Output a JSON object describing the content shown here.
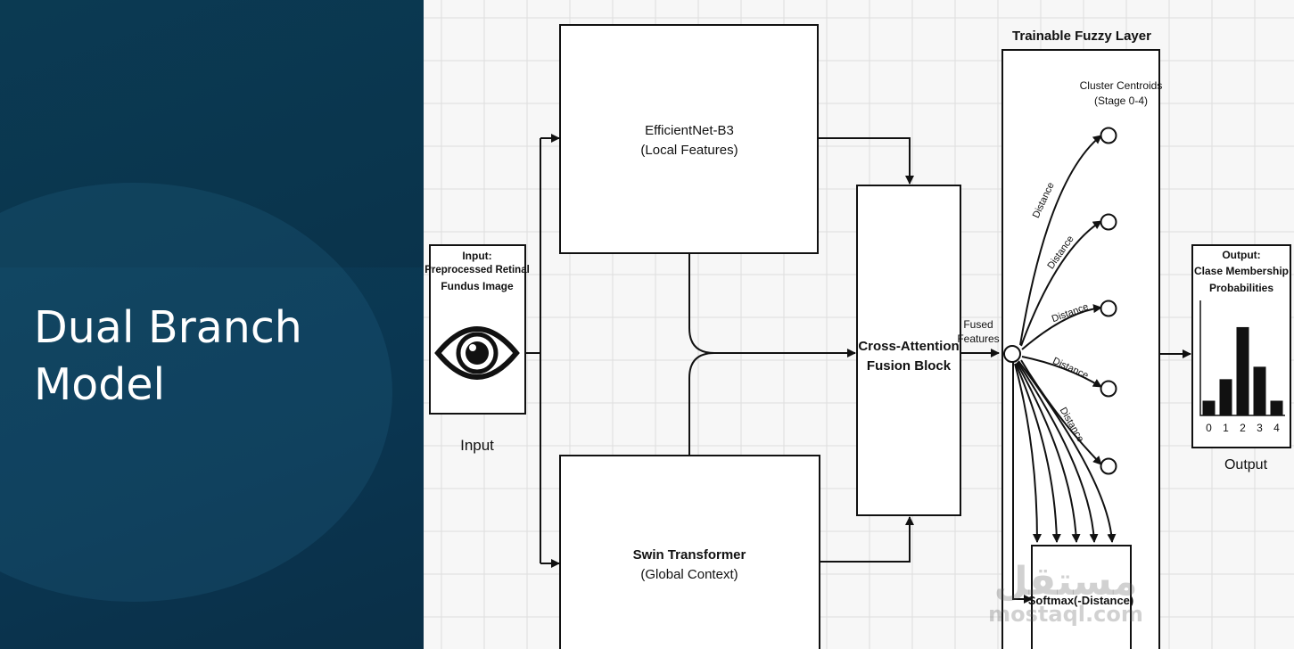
{
  "slide": {
    "title_line1": "Dual Branch",
    "title_line2": "Model"
  },
  "input": {
    "title_l1": "Input:",
    "title_l2": "Preprocessed Retinal",
    "title_l3": "Fundus Image",
    "caption": "Input",
    "icon": "eye-icon"
  },
  "effnet": {
    "line1": "EfficientNet-B3",
    "line2": "(Local Features)"
  },
  "swin": {
    "line1": "Swin Transformer",
    "line2": "(Global Context)"
  },
  "fusion": {
    "line1": "Cross-Attention",
    "line2": "Fusion Block"
  },
  "fused": {
    "line1": "Fused",
    "line2": "Features"
  },
  "fuzzy": {
    "title": "Trainable Fuzzy Layer",
    "centroids_l1": "Cluster Centroids",
    "centroids_l2": "(Stage 0-4)",
    "distance_labels": [
      "Distance",
      "Distance",
      "Distance",
      "Distance",
      "Distance"
    ],
    "softmax": "Softmax(-Distance)"
  },
  "output": {
    "title_l1": "Output:",
    "title_l2": "Clase Membership",
    "title_l3": "Probabilities",
    "caption": "Output",
    "bars": {
      "categories": [
        "0",
        "1",
        "2",
        "3",
        "4"
      ],
      "values": [
        0.13,
        0.32,
        0.78,
        0.43,
        0.13
      ]
    }
  },
  "watermark": {
    "arabic": "مستقل",
    "latin": "mostaql.com"
  },
  "colors": {
    "panel": "#0b3a54",
    "title": "#ffffff",
    "ink": "#111111",
    "grid": "#dcdcdc"
  }
}
